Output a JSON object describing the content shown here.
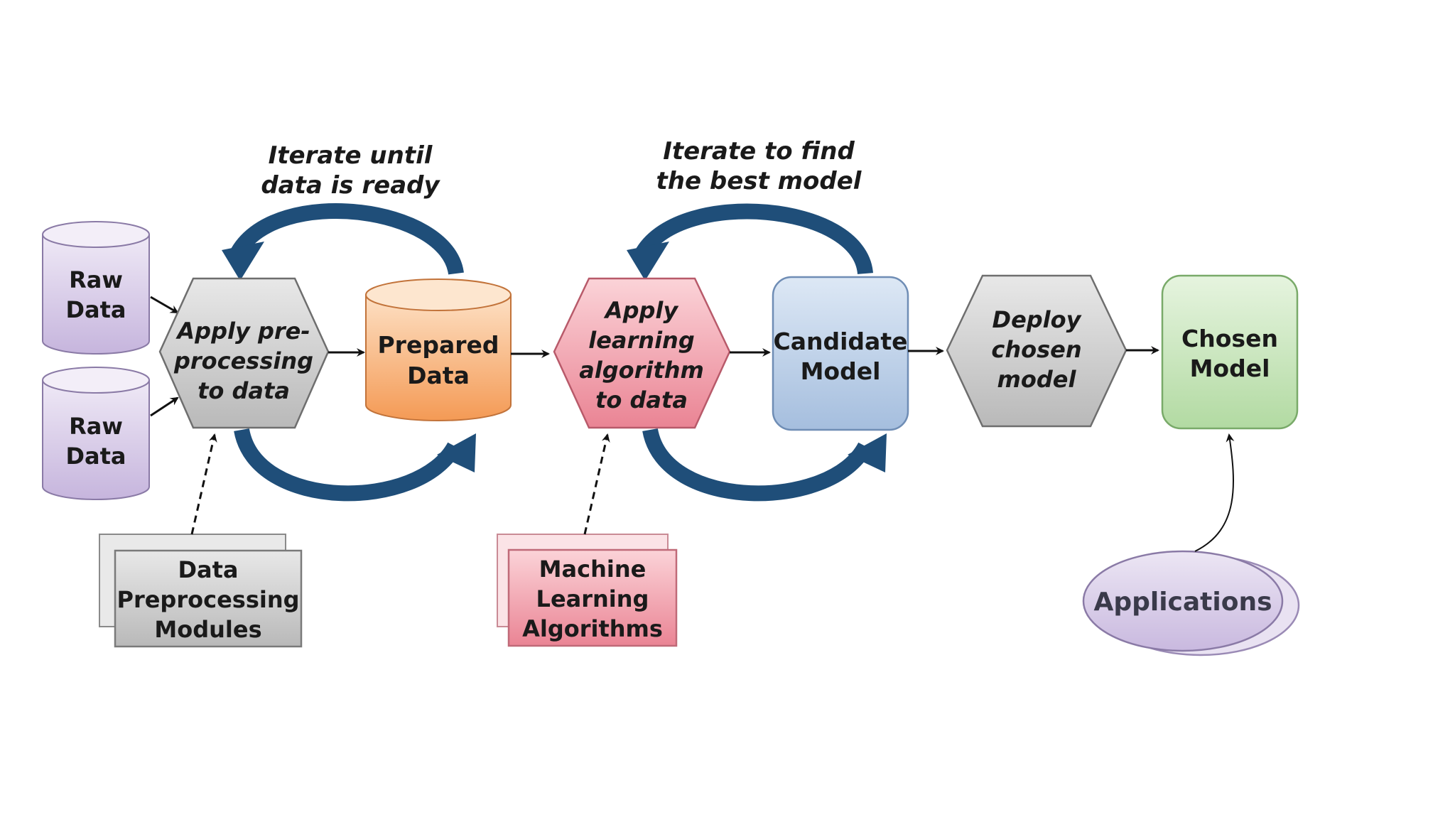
{
  "diagram": {
    "raw_data_1": [
      "Raw",
      "Data"
    ],
    "raw_data_2": [
      "Raw",
      "Data"
    ],
    "preprocess": [
      "Apply pre-",
      "processing",
      "to data"
    ],
    "prepared": [
      "Prepared",
      "Data"
    ],
    "learning": [
      "Apply",
      "learning",
      "algorithm",
      "to data"
    ],
    "candidate": [
      "Candidate",
      "Model"
    ],
    "deploy": [
      "Deploy",
      "chosen",
      "model"
    ],
    "chosen": [
      "Chosen",
      "Model"
    ],
    "preproc_modules": [
      "Data",
      "Preprocessing",
      "Modules"
    ],
    "ml_algorithms": [
      "Machine",
      "Learning",
      "Algorithms"
    ],
    "applications": "Applications",
    "iterate_data": [
      "Iterate until",
      "data is ready"
    ],
    "iterate_model": [
      "Iterate to find",
      "the best model"
    ]
  },
  "colors": {
    "arc": "#1f4e79",
    "raw": "#d9cdea",
    "prepared": "#f8b47a",
    "learning": "#f09aa6",
    "candidate": "#b9cde6",
    "hex_gray": "#cfcfcf",
    "chosen": "#c9e6bd",
    "applications": "#d7cce8"
  }
}
